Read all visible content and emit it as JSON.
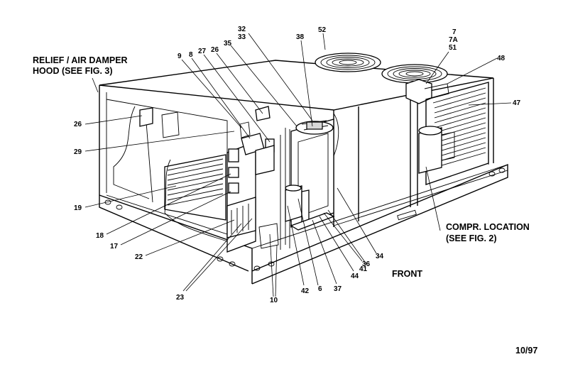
{
  "labels": {
    "relief_line1": "RELIEF / AIR DAMPER",
    "relief_line2": "HOOD (SEE FIG. 3)",
    "compr_line1": "COMPR. LOCATION",
    "compr_line2": "(SEE FIG. 2)",
    "front": "FRONT",
    "date": "10/97"
  },
  "parts": {
    "p52": "52",
    "p38": "38",
    "p32": "32",
    "p33": "33",
    "p35": "35",
    "p26a": "26",
    "p27": "27",
    "p8": "8",
    "p9": "9",
    "p7": "7",
    "p7a": "7A",
    "p51": "51",
    "p48": "48",
    "p47": "47",
    "p26b": "26",
    "p29": "29",
    "p19": "19",
    "p18": "18",
    "p17": "17",
    "p22": "22",
    "p23": "23",
    "p10": "10",
    "p42": "42",
    "p6": "6",
    "p37": "37",
    "p44": "44",
    "p41": "41",
    "p36": "36",
    "p34": "34"
  }
}
